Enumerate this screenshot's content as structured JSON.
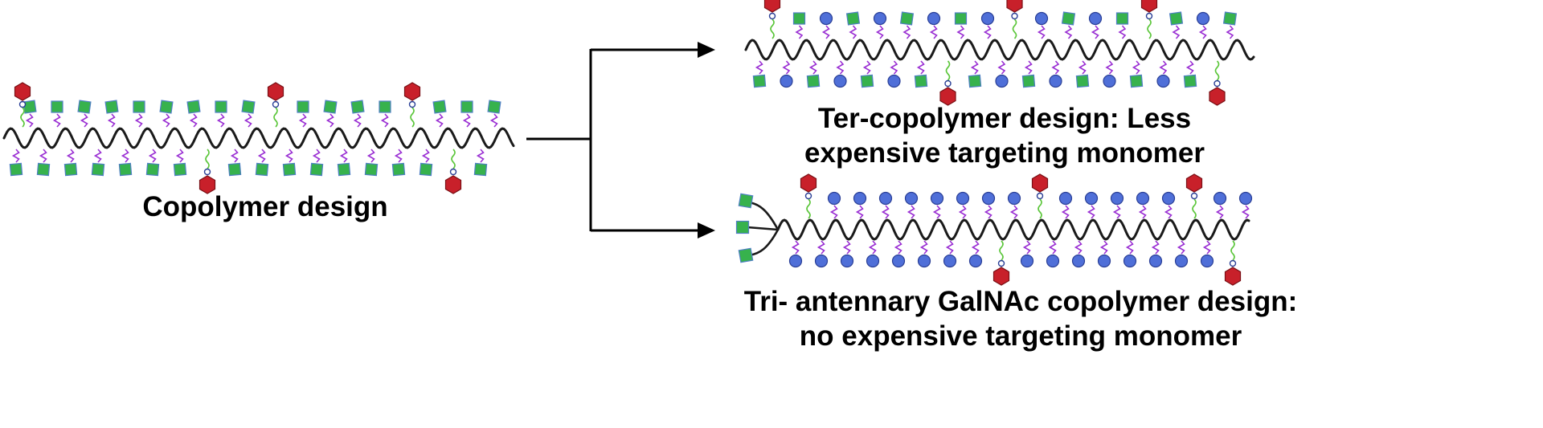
{
  "colors": {
    "backbone": "#1a1a1a",
    "linker": "#9a2fd3",
    "spacer": "#5bc63a",
    "galnac": "#37b24d",
    "galnac_stroke": "#4f7fc4",
    "ligand": "#c8202a",
    "ligand_stroke": "#7a1015",
    "monomer": "#4f6fd8",
    "monomer_stroke": "#2a3f96",
    "arrow": "#000000"
  },
  "icons": {
    "galnac": "green-square-icon",
    "ligand": "red-hexagon-icon",
    "monomer": "blue-circle-icon",
    "linker": "purple-zigzag-icon",
    "spacer": "green-wavy-spacer-icon"
  },
  "copolymer": {
    "label": "Copolymer design"
  },
  "ter_copolymer": {
    "label_line1": "Ter-copolymer design: Less",
    "label_line2": "expensive  targeting monomer"
  },
  "tri_antennary": {
    "label_line1": "Tri- antennary GalNAc copolymer design:",
    "label_line2": "no expensive  targeting monomer"
  }
}
